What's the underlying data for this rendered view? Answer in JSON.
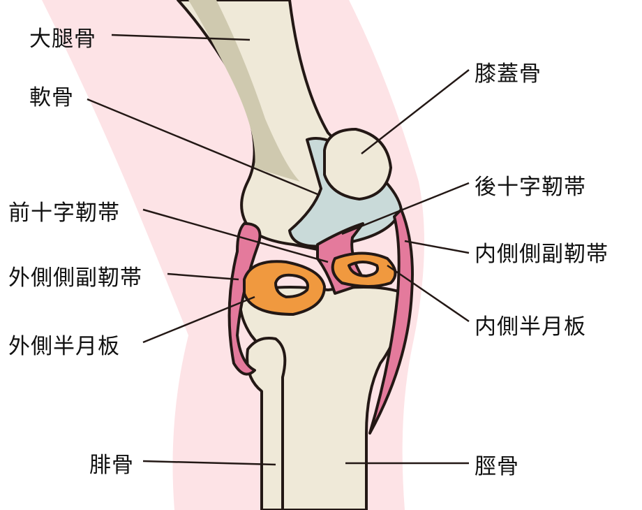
{
  "colors": {
    "skin": "#fde3e6",
    "bone": "#efe9d8",
    "bone_shadow": "#cfc9af",
    "cartilage": "#c9dad9",
    "ligament": "#e47a9c",
    "meniscus": "#f0993f",
    "outline": "#231815"
  },
  "labels": {
    "femur": "大腿骨",
    "cartilage": "軟骨",
    "patella": "膝蓋骨",
    "pcl": "後十字靭帯",
    "acl": "前十字靭帯",
    "mcl": "内側側副靭帯",
    "lcl": "外側側副靭帯",
    "medial_meniscus": "内側半月板",
    "lateral_meniscus": "外側半月板",
    "fibula": "腓骨",
    "tibia": "脛骨"
  }
}
